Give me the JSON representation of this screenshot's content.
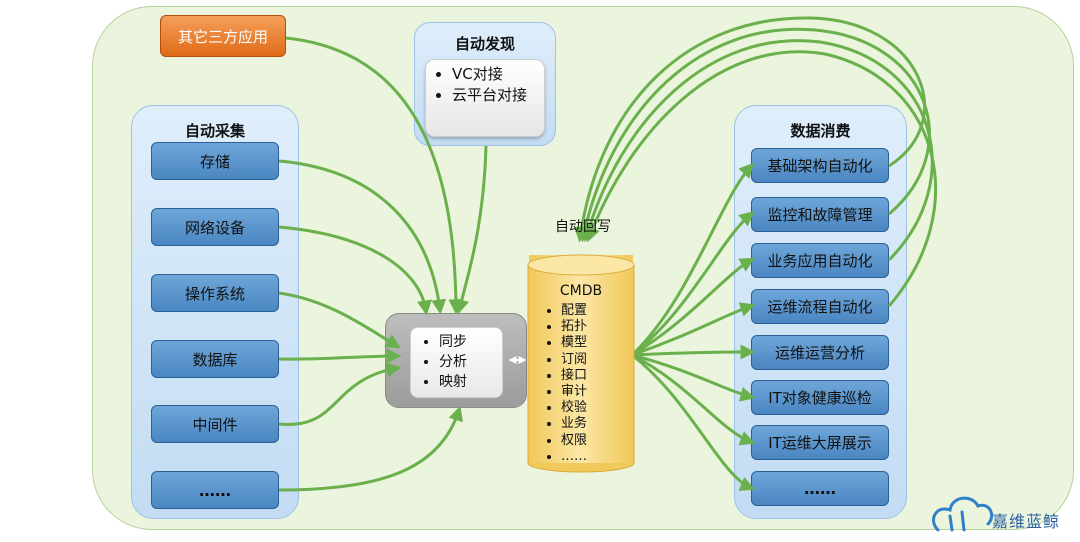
{
  "third_party": "其它三方应用",
  "discovery": {
    "title": "自动发现",
    "items": [
      "VC对接",
      "云平台对接"
    ]
  },
  "collect": {
    "title": "自动采集",
    "items": [
      "存储",
      "网络设备",
      "操作系统",
      "数据库",
      "中间件",
      "……"
    ]
  },
  "sync": {
    "items": [
      "同步",
      "分析",
      "映射"
    ]
  },
  "writeback": "自动回写",
  "cmdb": {
    "title": "CMDB",
    "items": [
      "配置",
      "拓扑",
      "模型",
      "订阅",
      "接口",
      "审计",
      "校验",
      "业务",
      "权限",
      "……"
    ]
  },
  "consume": {
    "title": "数据消费",
    "items": [
      "基础架构自动化",
      "监控和故障管理",
      "业务应用自动化",
      "运维流程自动化",
      "运维运营分析",
      "IT对象健康巡检",
      "IT运维大屏展示",
      "……"
    ]
  },
  "logo": "嘉维蓝鲸",
  "colors": {
    "arrow": "#6ab04c",
    "panel": "#c9e0f5",
    "box": "#5b95cc",
    "orange": "#e8782c",
    "cylinder": "#f6d77a"
  }
}
